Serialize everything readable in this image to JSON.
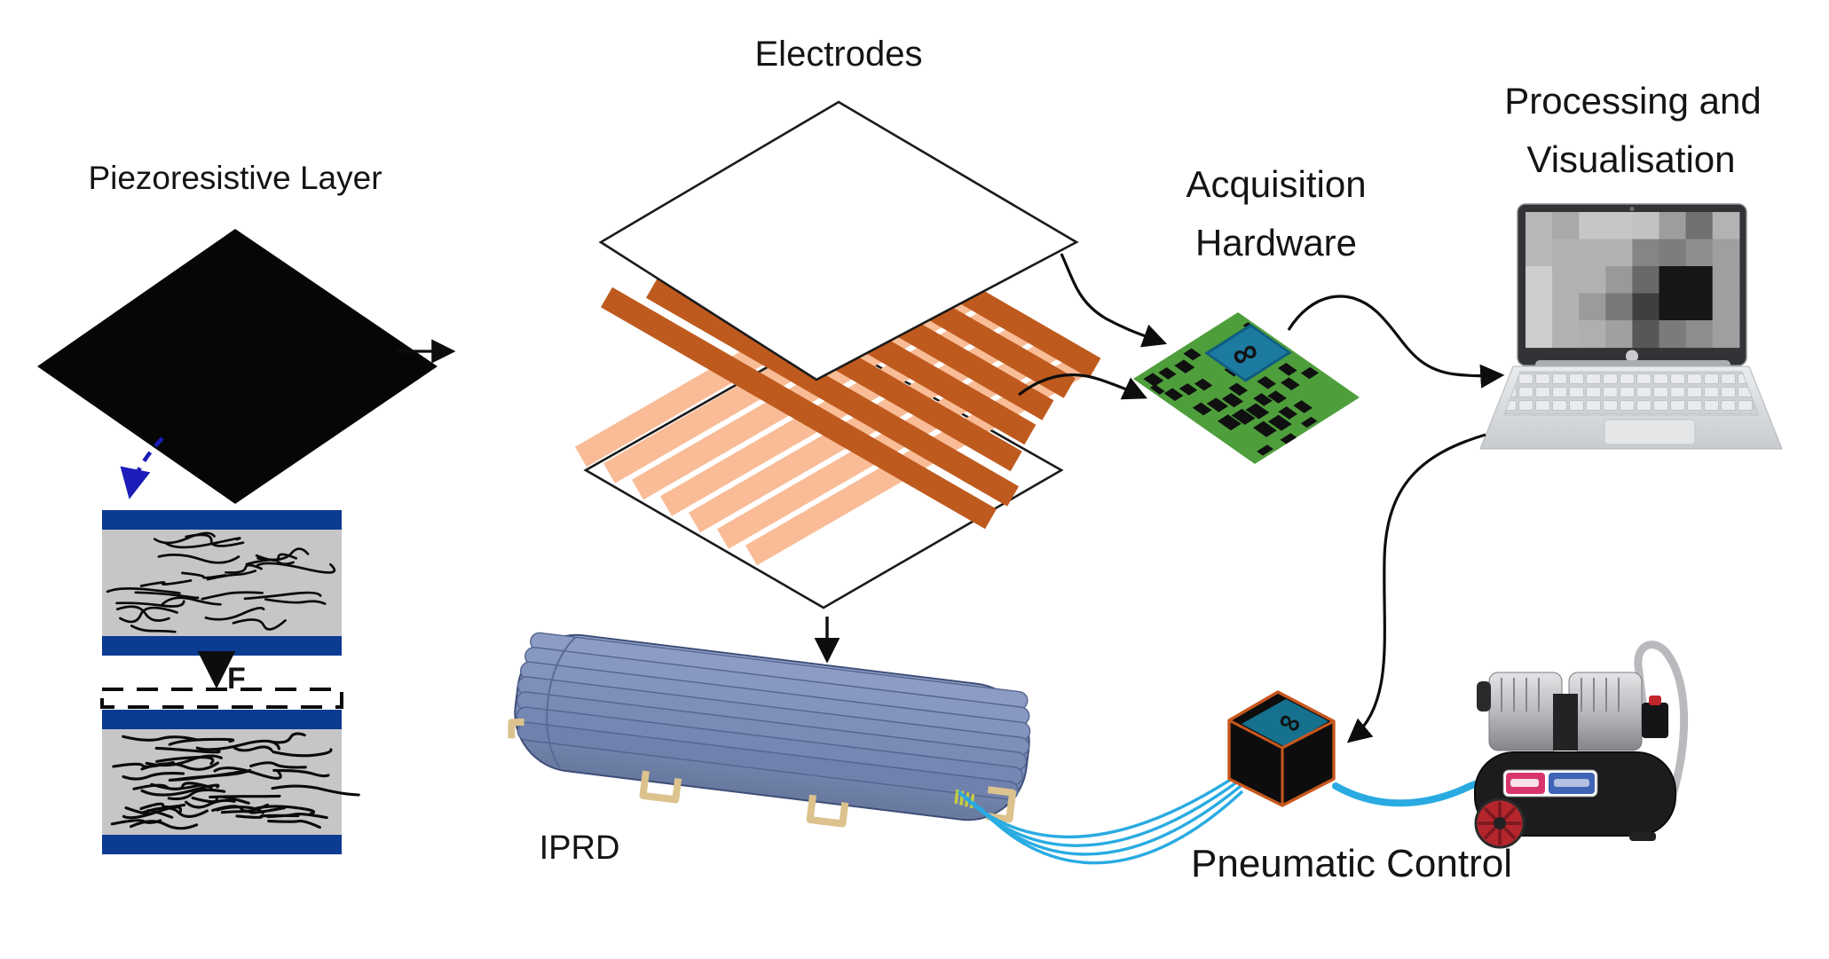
{
  "figure": {
    "type": "system-overview-diagram",
    "labels": {
      "piezoresistive_layer": "Piezoresistive Layer",
      "electrodes": "Electrodes",
      "acquisition_line1": "Acquisition",
      "acquisition_line2": "Hardware",
      "processing_line1": "Processing and",
      "processing_line2": "Visualisation",
      "iprd": "IPRD",
      "pneumatic_control": "Pneumatic Control",
      "force": "F"
    },
    "icons": {
      "arduino_logo": "∞"
    },
    "colors": {
      "electrode_dark_orange": "#bf5a1e",
      "electrode_light_orange": "#f9bc96",
      "pcb_green": "#4f9e3c",
      "arduino_label_teal": "#1d7ba2",
      "cube_top_teal": "#15718e",
      "cube_edge_orange": "#c8571e",
      "pneumatic_tube_blue": "#29abe2",
      "substrate_navy": "#0b3b92",
      "composite_gray": "#c6c6c6",
      "dashed_arrow_blue": "#1c1cb8",
      "mattress_blue": "#8093bd",
      "wheel_red": "#b5262c",
      "laptop_silver": "#d9dbde"
    },
    "screen_heatmap": {
      "cols": 8,
      "rows": 5,
      "cells": [
        [
          "#b7b7b7",
          "#a9a9a9",
          "#c6c6c6",
          "#c6c6c6",
          "#c2c2c2",
          "#9d9d9d",
          "#707070",
          "#b3b3b3"
        ],
        [
          "#b7b7b7",
          "#b2b2b2",
          "#b2b2b2",
          "#b2b2b2",
          "#858585",
          "#7d7d7d",
          "#8e8e8e",
          "#9f9f9f"
        ],
        [
          "#cdcdcd",
          "#b2b2b2",
          "#b2b2b2",
          "#999999",
          "#696969",
          "#161616",
          "#161616",
          "#9f9f9f"
        ],
        [
          "#cdcdcd",
          "#b2b2b2",
          "#9b9b9b",
          "#787878",
          "#3f3f3f",
          "#161616",
          "#161616",
          "#9f9f9f"
        ],
        [
          "#cdcdcd",
          "#b2b2b2",
          "#afafaf",
          "#a0a0a0",
          "#575757",
          "#7b7b7b",
          "#8d8d8d",
          "#9f9f9f"
        ]
      ]
    }
  }
}
